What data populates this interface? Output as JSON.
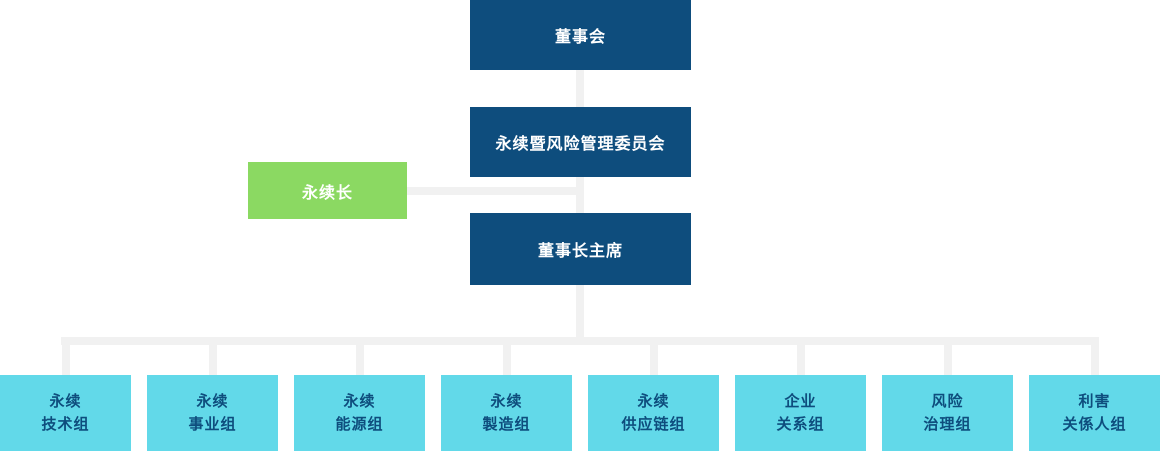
{
  "colors": {
    "dark_blue": "#0e4d7d",
    "green": "#8bd962",
    "cyan": "#62d9e9",
    "connector": "#f1f1f1",
    "light_text": "#ffffff"
  },
  "org_chart": {
    "board": "董事会",
    "committee": "永续暨风险管理委员会",
    "cso": "永续长",
    "chairman": "董事长主席",
    "groups": [
      "永续\n技术组",
      "永续\n事业组",
      "永续\n能源组",
      "永续\n製造组",
      "永续\n供应链组",
      "企业\n关系组",
      "风险\n治理组",
      "利害\n关係人组"
    ]
  }
}
